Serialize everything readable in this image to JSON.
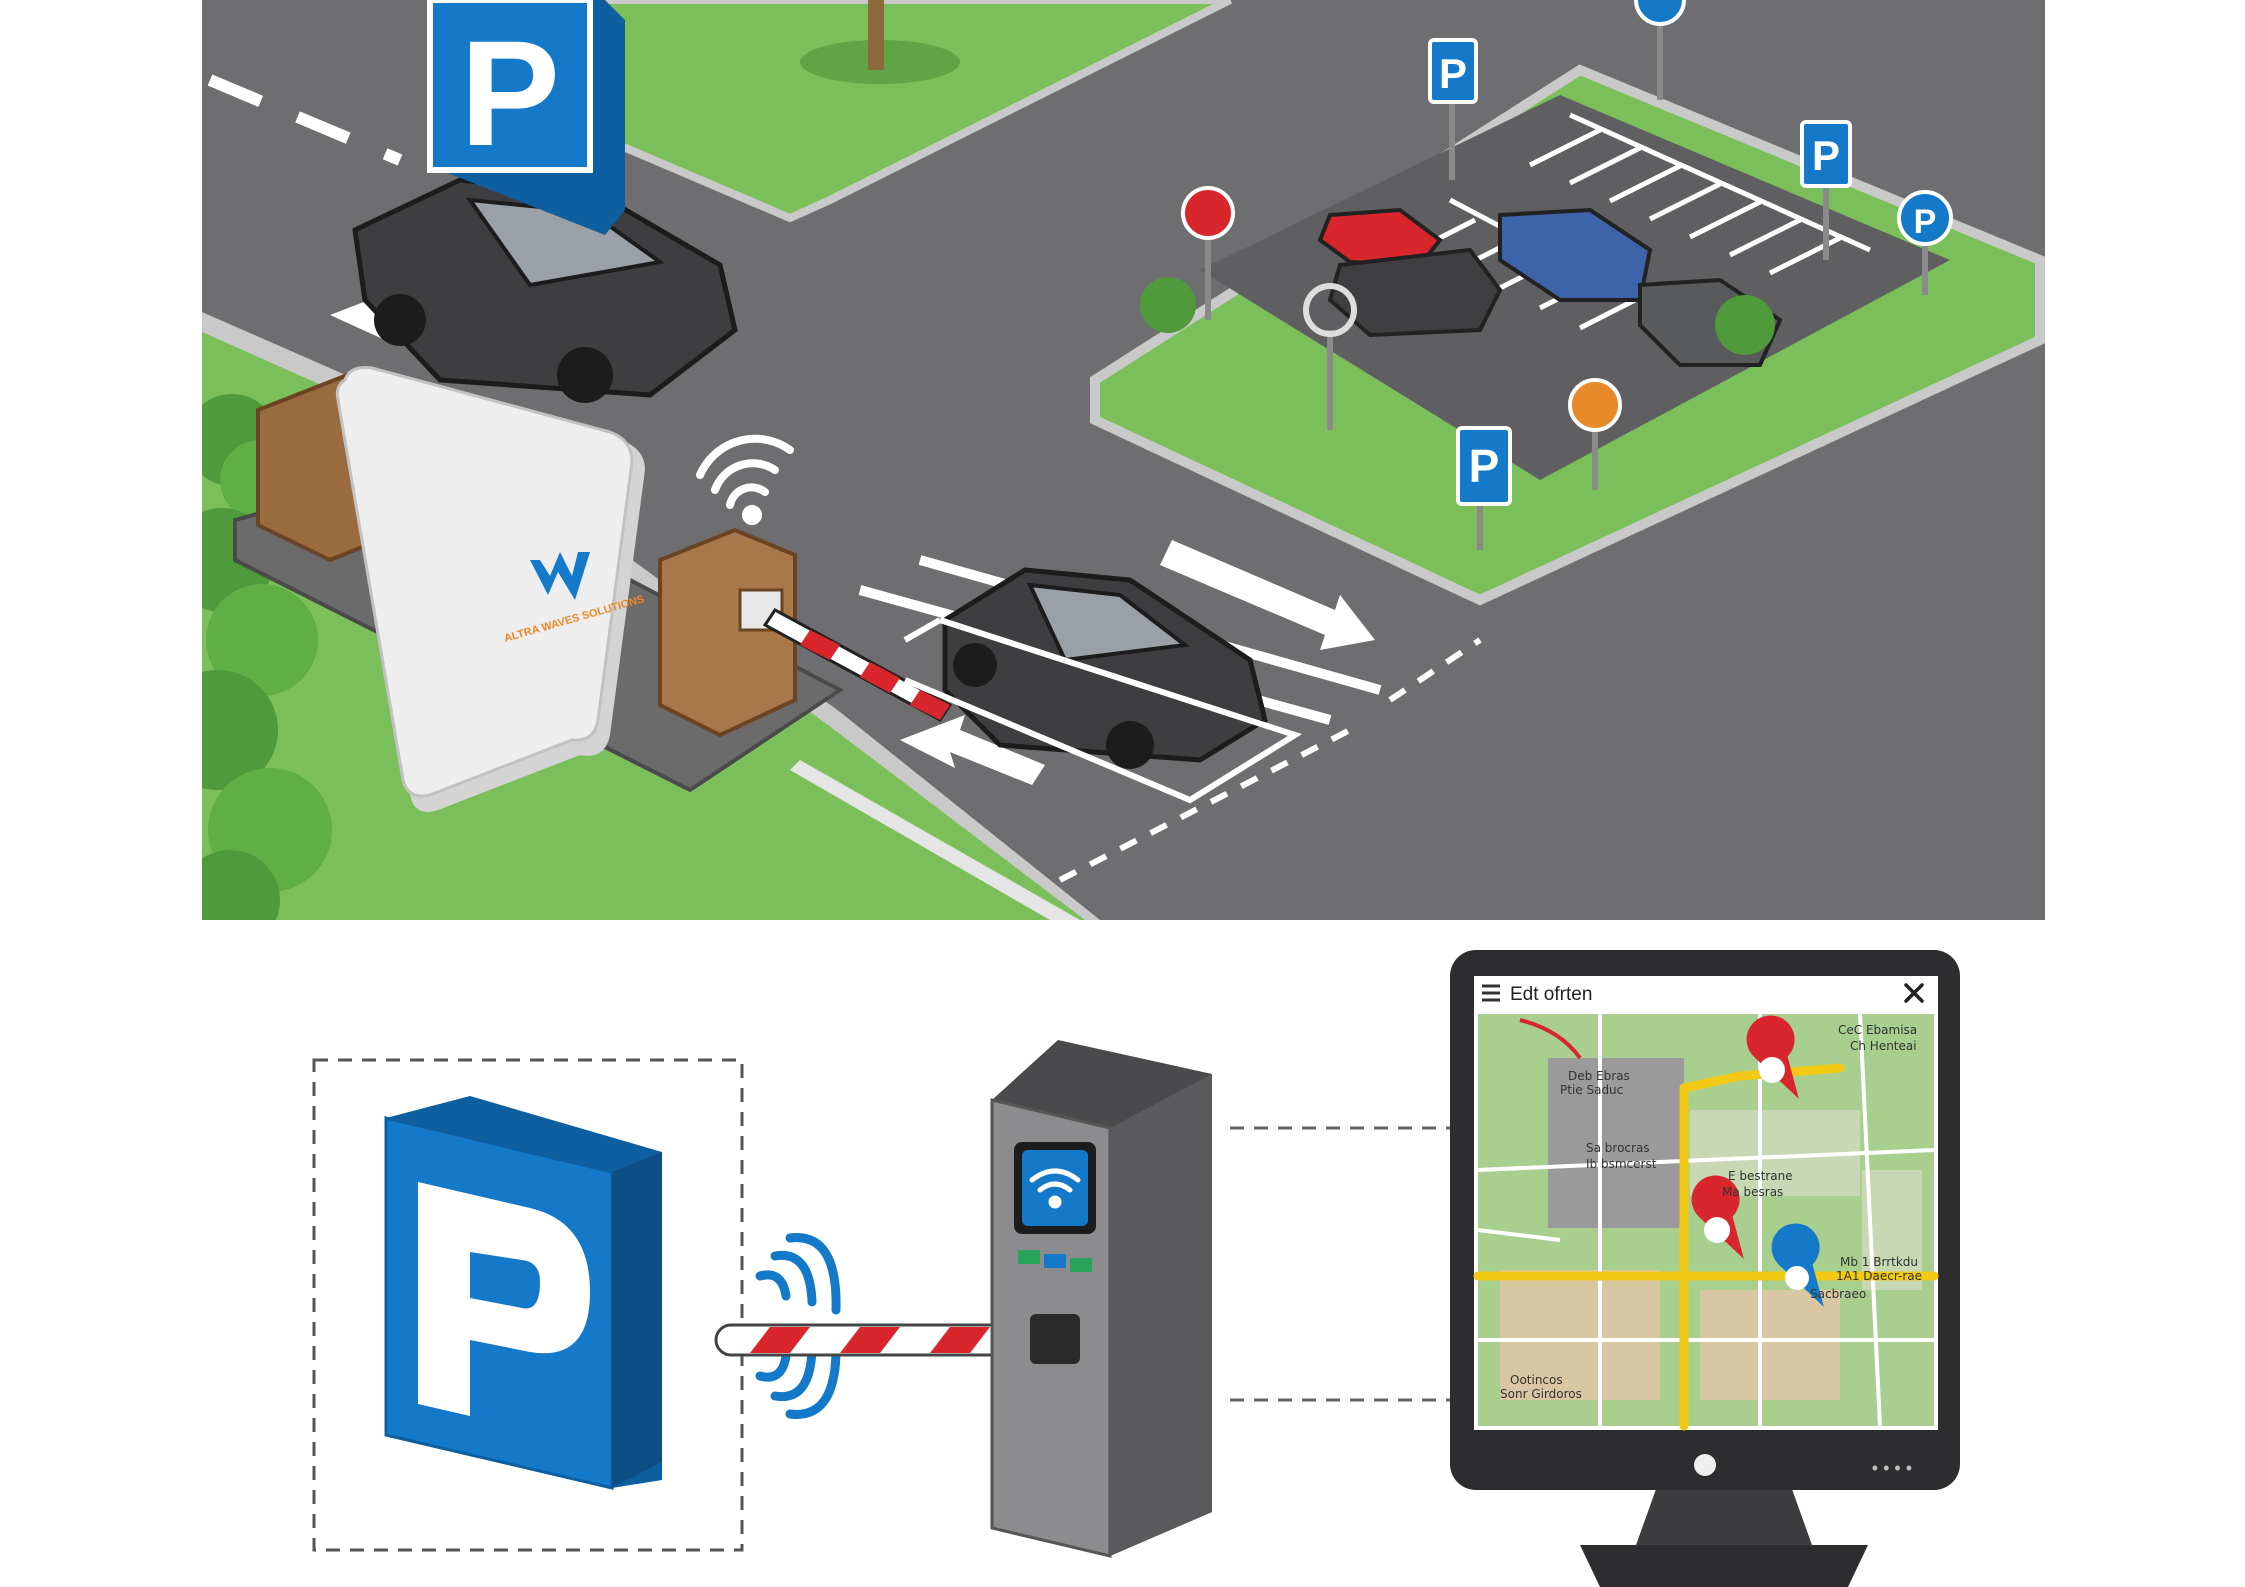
{
  "colors": {
    "road": "#6e6e70",
    "road_dark": "#5f5f61",
    "grass": "#7bbf5a",
    "grass_dark": "#5fa445",
    "curb": "#c9c9c9",
    "parking_blue": "#1479c8",
    "barrier_red": "#d8262c",
    "sign_red": "#d9262c",
    "sign_orange": "#e8892a",
    "antenna_white": "#eeeeee",
    "kiosk_brown": "#a9784a",
    "terminal_gray": "#6d6d6f",
    "monitor_black": "#2d2d2f",
    "map_green": "#a9cf8f",
    "map_road_yellow": "#f2c914"
  },
  "icons": {
    "parking": "parking-sign-icon",
    "wifi": "wifi-icon",
    "menu": "hamburger-menu-icon",
    "close": "close-icon",
    "pin": "map-pin-icon",
    "arrow": "lane-arrow-icon",
    "tree": "tree-icon"
  },
  "antenna": {
    "logo_text": "ALTRA WAVES SOLUTIONS"
  },
  "sign": {
    "letter": "P"
  },
  "monitor": {
    "window_title": "Edt ofrten",
    "dots": "• • • •"
  },
  "map_labels": [
    {
      "id": "l1",
      "text": "Deb Ebras"
    },
    {
      "id": "l2",
      "text": "Ptie Saduc"
    },
    {
      "id": "l3",
      "text": "Sa brocras"
    },
    {
      "id": "l4",
      "text": "Ib bsmcerst"
    },
    {
      "id": "l5",
      "text": "E bestrane"
    },
    {
      "id": "l6",
      "text": "Ma besras"
    },
    {
      "id": "l7",
      "text": "CeC Ebamisa"
    },
    {
      "id": "l8",
      "text": "Ch Henteai"
    },
    {
      "id": "l9",
      "text": "Mb 1 Brrtkdu"
    },
    {
      "id": "l10",
      "text": "1A1 Daecr-rae"
    },
    {
      "id": "l11",
      "text": "Sacbraeo"
    },
    {
      "id": "l12",
      "text": "Ootincos"
    },
    {
      "id": "l13",
      "text": "Sonr Girdoros"
    }
  ]
}
